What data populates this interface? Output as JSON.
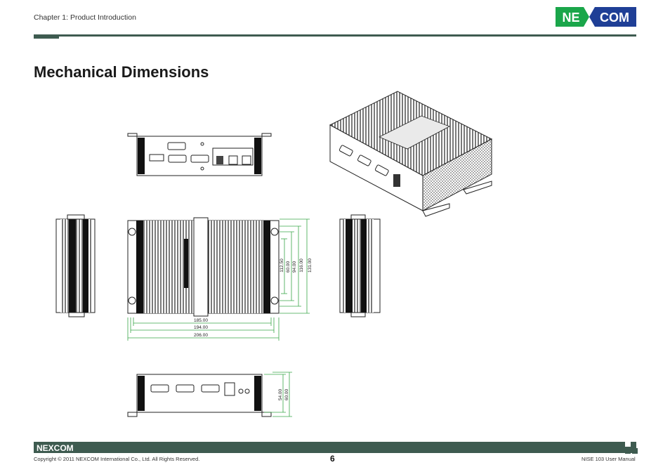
{
  "header": {
    "chapter": "Chapter 1: Product Introduction",
    "logo_text": "NEXCOM"
  },
  "page_title": "Mechanical Dimensions",
  "dimensions": {
    "top_width_inner": "185.00",
    "top_width_mid": "194.00",
    "top_width_outer": "206.00",
    "side_1": "112.50",
    "side_2": "60.00",
    "side_3": "94.00",
    "side_4": "116.00",
    "side_5": "131.00",
    "front_height_1": "54.00",
    "front_height_2": "60.00"
  },
  "footer": {
    "logo_text": "NEXCOM",
    "copyright": "Copyright © 2011 NEXCOM International Co., Ltd. All Rights Reserved.",
    "page_number": "6",
    "manual": "NISE 103 User Manual"
  },
  "colors": {
    "brand_dark": "#3e5b50",
    "logo_green": "#1aa64a",
    "logo_blue": "#1f3f96",
    "dimension_green": "#3aa64a"
  }
}
